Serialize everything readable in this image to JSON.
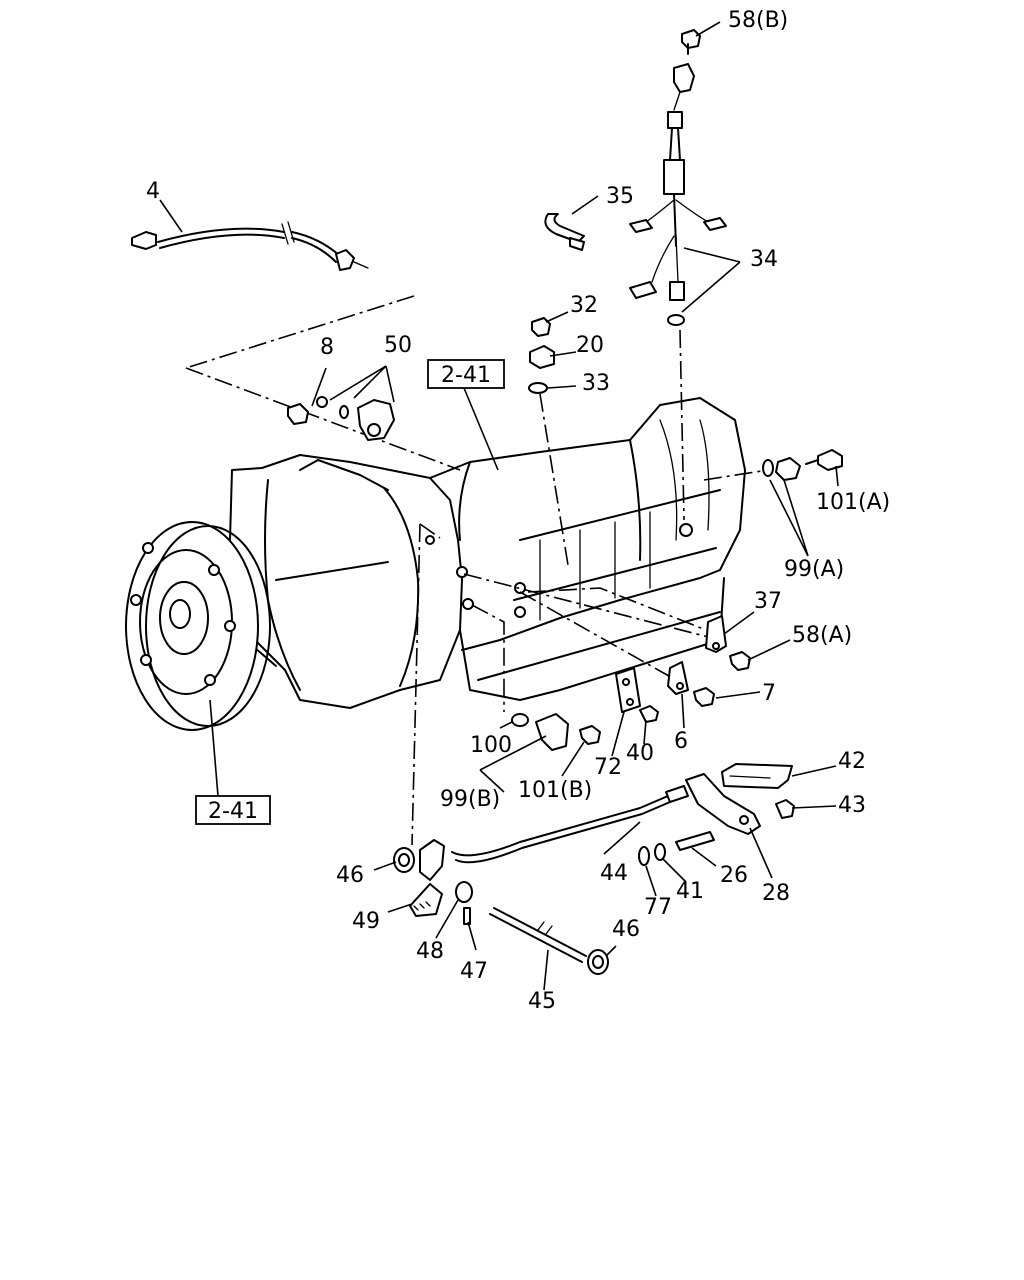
{
  "diagram": {
    "refs": [
      "2-41",
      "2-41"
    ],
    "callouts": [
      "58(B)",
      "35",
      "34",
      "4",
      "32",
      "20",
      "33",
      "8",
      "50",
      "101(A)",
      "99(A)",
      "37",
      "58(A)",
      "7",
      "6",
      "40",
      "72",
      "100",
      "99(B)",
      "101(B)",
      "42",
      "43",
      "44",
      "26",
      "28",
      "41",
      "77",
      "46",
      "49",
      "48",
      "47",
      "45",
      "46"
    ]
  }
}
